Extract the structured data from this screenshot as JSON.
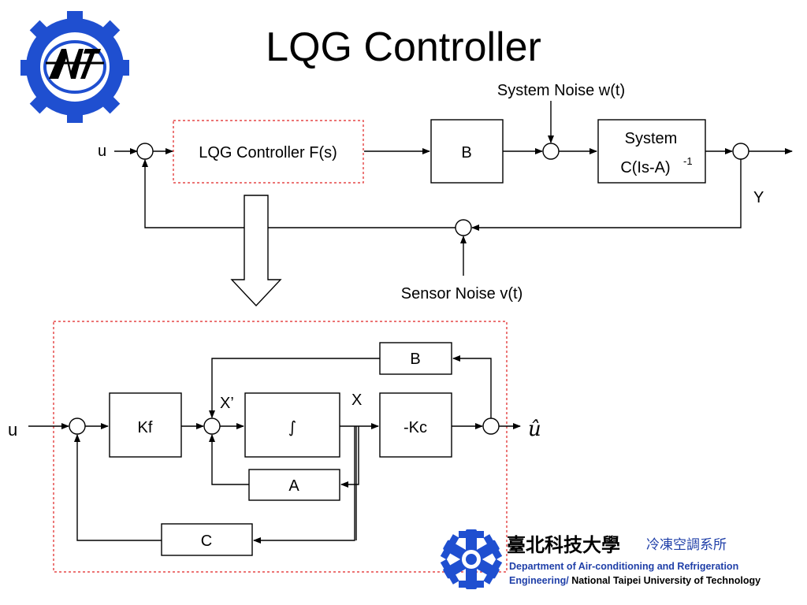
{
  "slide": {
    "title": "LQG Controller"
  },
  "top_diagram": {
    "input_label": "u",
    "controller_label": "LQG Controller F(s)",
    "b_label": "B",
    "system_label_line1": "System",
    "system_label_line2": "C(Is-A)",
    "system_exponent": "-1",
    "output_label": "Y",
    "system_noise_label": "System Noise w(t)",
    "sensor_noise_label": "Sensor Noise v(t)"
  },
  "bottom_diagram": {
    "input_label": "u",
    "kf_label": "Kf",
    "integrator_label": "∫",
    "kc_label": "-Kc",
    "a_label": "A",
    "b_label": "B",
    "c_label": "C",
    "xprime_label": "X’",
    "x_label": "X",
    "output_label": "û"
  },
  "footer": {
    "university_chinese": "臺北科技大學",
    "department_chinese": "冷凍空調系所",
    "dept_english_1": "Department of Air-conditioning and Refrigeration",
    "dept_english_2": "Engineering/",
    "university_english": "National Taipei University of Technology",
    "dept_color": "#1f3fa8",
    "logo_color": "#1f4fd0"
  }
}
